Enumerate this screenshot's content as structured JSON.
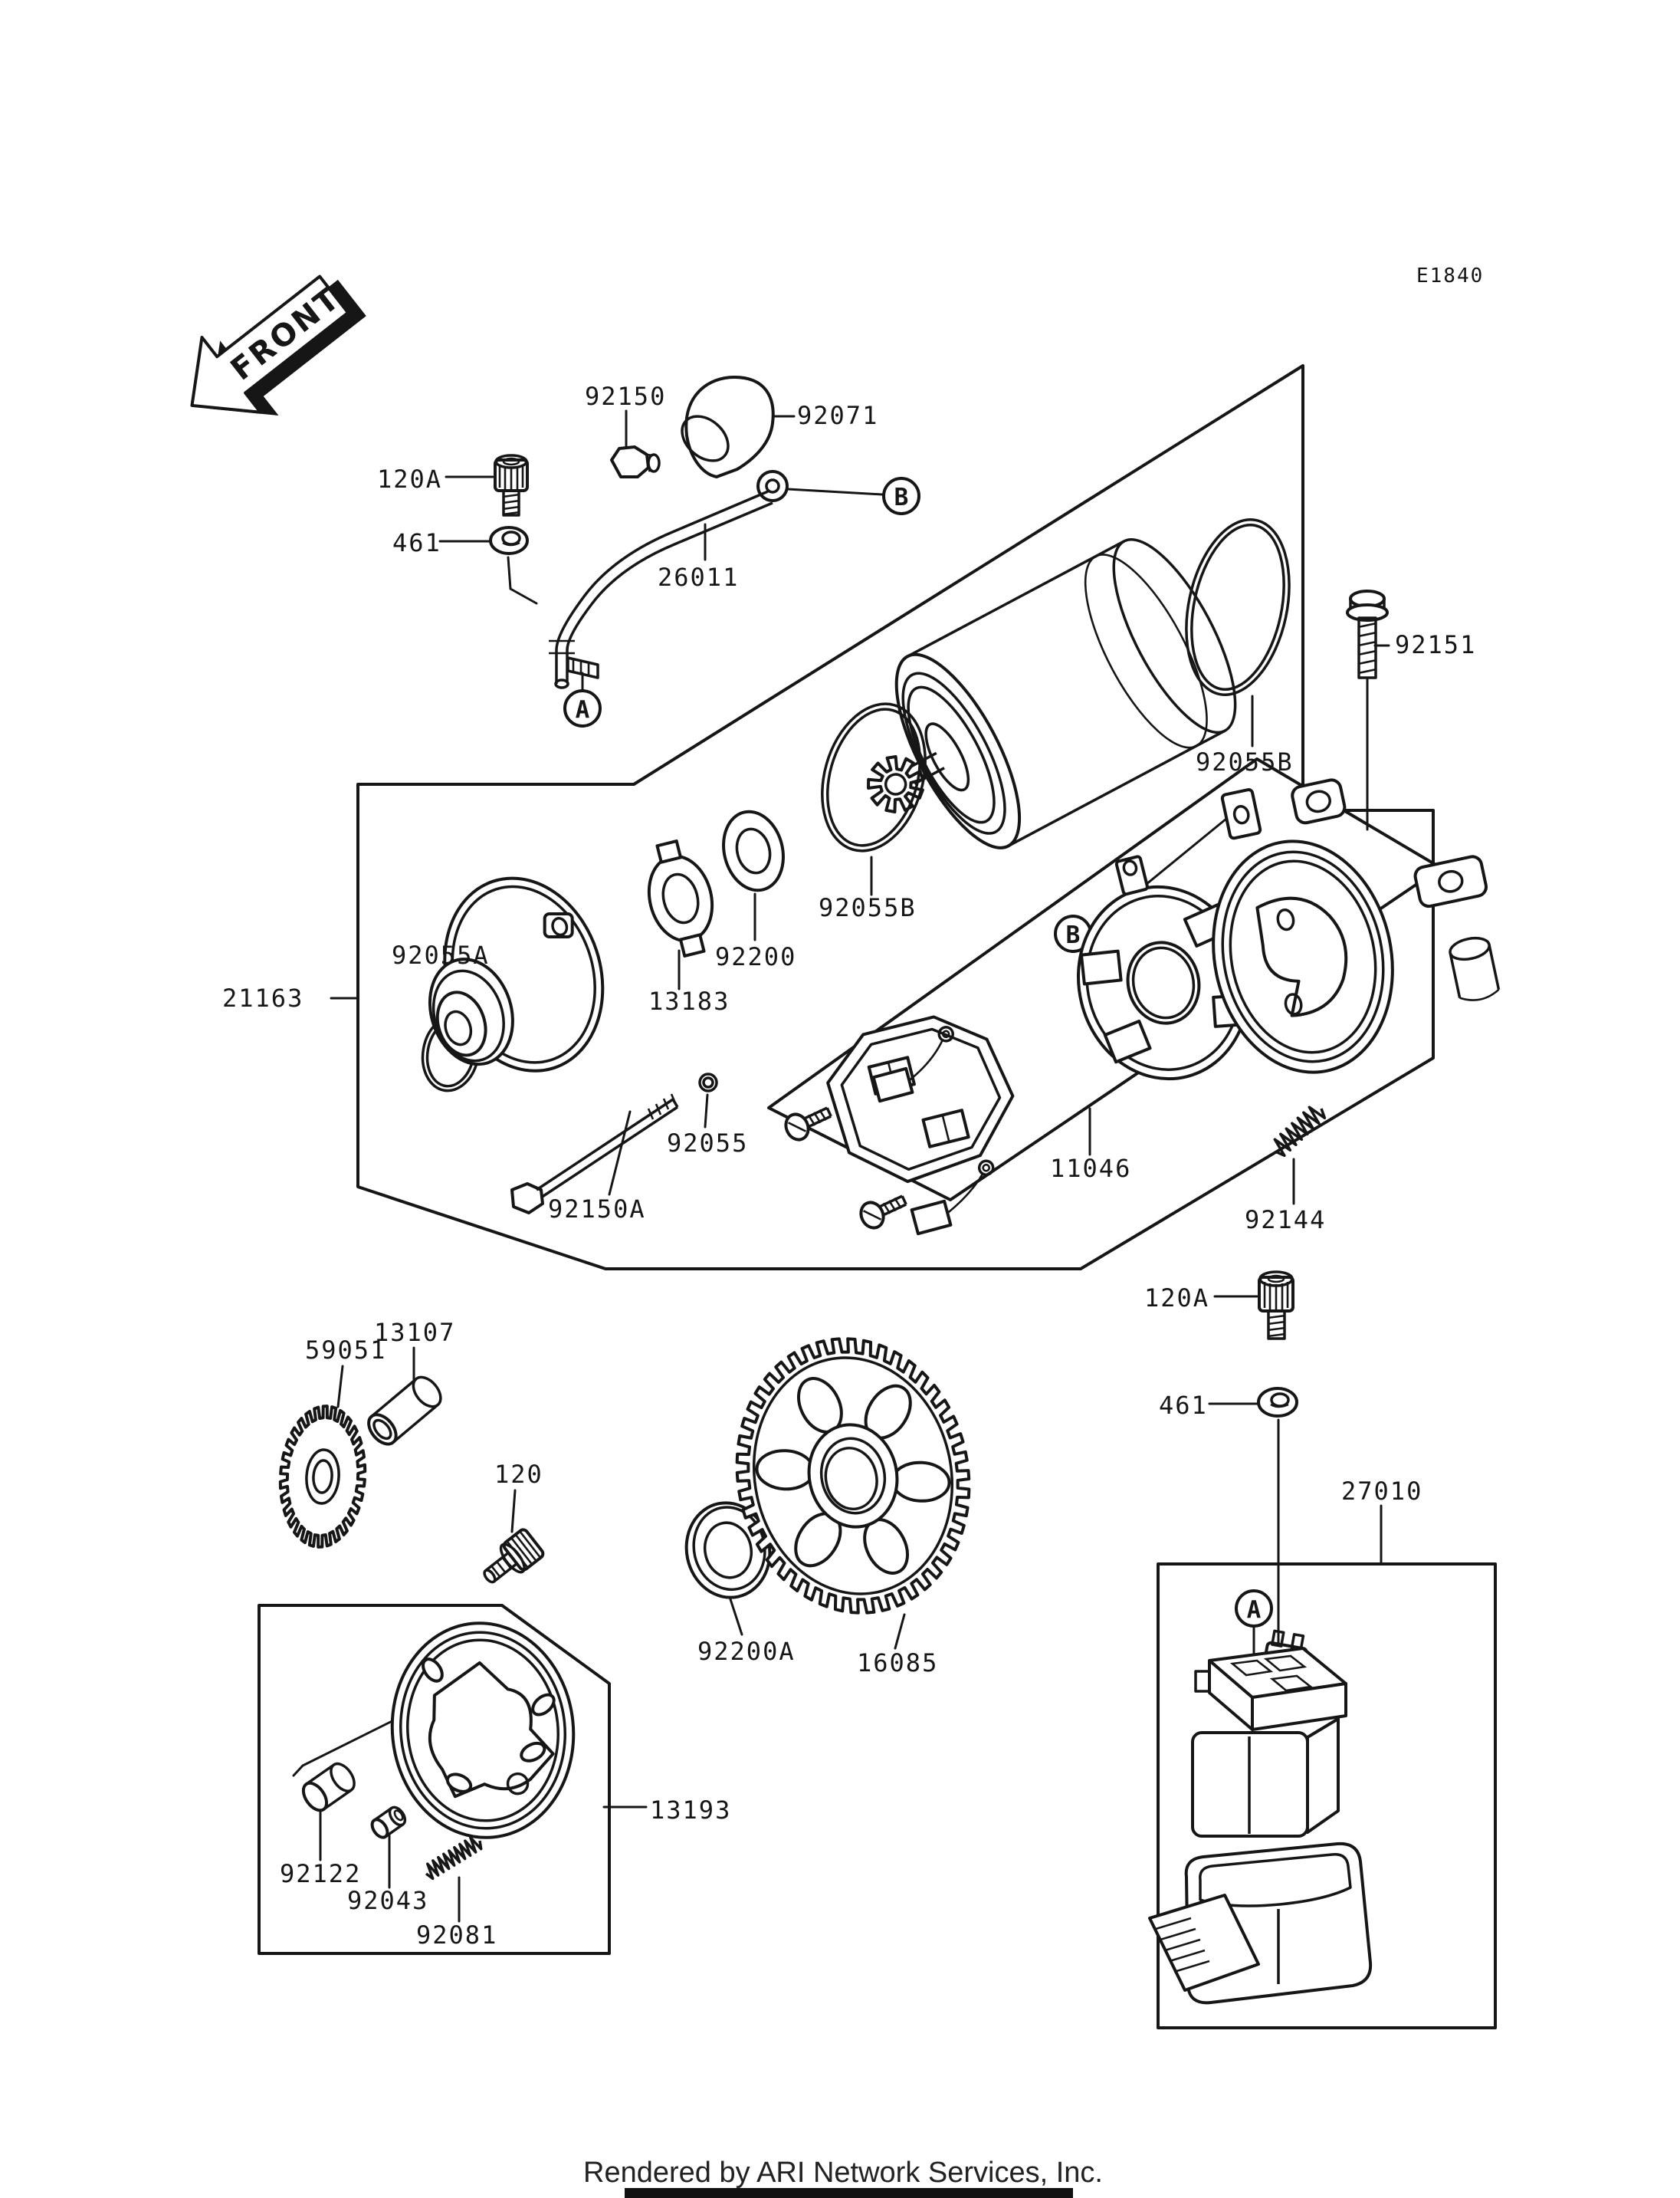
{
  "diagram": {
    "page_code": "E1840",
    "front_marker": "FRONT",
    "footer_credit": "Rendered by ARI Network Services, Inc.",
    "callouts": {
      "a": "A",
      "b": "B"
    },
    "colors": {
      "line": "#161616",
      "background": "#ffffff"
    },
    "part_labels": [
      {
        "id": "92150",
        "text": "92150"
      },
      {
        "id": "92071",
        "text": "92071"
      },
      {
        "id": "120a-top",
        "text": "120A"
      },
      {
        "id": "461-top",
        "text": "461"
      },
      {
        "id": "26011",
        "text": "26011"
      },
      {
        "id": "92055b-motor",
        "text": "92055B"
      },
      {
        "id": "92151",
        "text": "92151"
      },
      {
        "id": "21163",
        "text": "21163"
      },
      {
        "id": "92055a",
        "text": "92055A"
      },
      {
        "id": "92200",
        "text": "92200"
      },
      {
        "id": "13183",
        "text": "13183"
      },
      {
        "id": "92055",
        "text": "92055"
      },
      {
        "id": "92150a",
        "text": "92150A"
      },
      {
        "id": "92055b-gear",
        "text": "92055B"
      },
      {
        "id": "11046",
        "text": "11046"
      },
      {
        "id": "92144",
        "text": "92144"
      },
      {
        "id": "120a-relay",
        "text": "120A"
      },
      {
        "id": "461-relay",
        "text": "461"
      },
      {
        "id": "27010",
        "text": "27010"
      },
      {
        "id": "59051",
        "text": "59051"
      },
      {
        "id": "13107",
        "text": "13107"
      },
      {
        "id": "120",
        "text": "120"
      },
      {
        "id": "92200a",
        "text": "92200A"
      },
      {
        "id": "16085",
        "text": "16085"
      },
      {
        "id": "13193",
        "text": "13193"
      },
      {
        "id": "92122",
        "text": "92122"
      },
      {
        "id": "92043",
        "text": "92043"
      },
      {
        "id": "92081",
        "text": "92081"
      }
    ]
  }
}
